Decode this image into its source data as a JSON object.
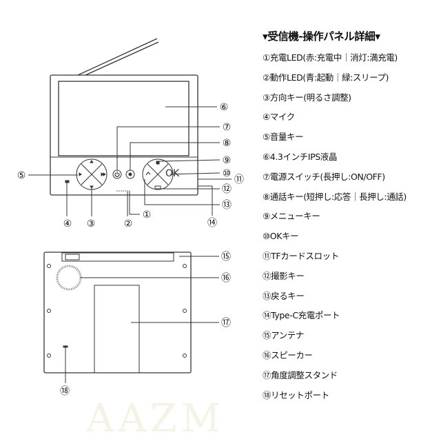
{
  "title": "▾受信機-操作パネル詳細▾",
  "watermark": "AAZM",
  "items": [
    {
      "num": "①",
      "label": "①充電LED(赤:充電中｜消灯:満充電)"
    },
    {
      "num": "②",
      "label": "②動作LED(青:起動｜緑:スリープ)"
    },
    {
      "num": "③",
      "label": "③方向キー(明るさ調整)"
    },
    {
      "num": "④",
      "label": "④マイク"
    },
    {
      "num": "⑤",
      "label": "⑤音量キー"
    },
    {
      "num": "⑥",
      "label": "⑥4.3インチIPS液晶"
    },
    {
      "num": "⑦",
      "label": "⑦電源スイッチ(長押し:ON/OFF)"
    },
    {
      "num": "⑧",
      "label": "⑧通話キー(短押し:応答｜長押し:通話)"
    },
    {
      "num": "⑨",
      "label": "⑨メニューキー"
    },
    {
      "num": "⑩",
      "label": "⑩OKキー"
    },
    {
      "num": "⑪",
      "label": "⑪TFカードスロット"
    },
    {
      "num": "⑫",
      "label": "⑫撮影キー"
    },
    {
      "num": "⑬",
      "label": "⑬戻るキー"
    },
    {
      "num": "⑭",
      "label": "⑭Type-C充電ポート"
    },
    {
      "num": "⑮",
      "label": "⑮アンテナ"
    },
    {
      "num": "⑯",
      "label": "⑯スピーカー"
    },
    {
      "num": "⑰",
      "label": "⑰角度調整スタンド"
    },
    {
      "num": "⑱",
      "label": "⑱リセットポート"
    }
  ],
  "keys": {
    "ok": "OK"
  }
}
